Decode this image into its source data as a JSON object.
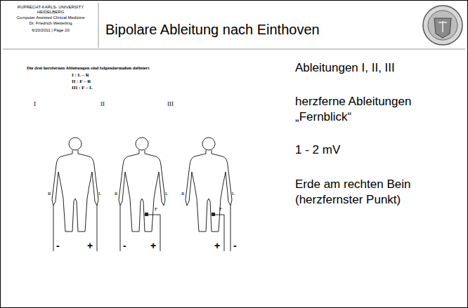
{
  "diagram": {
    "title": "Bipolare Ableitung nach Einthoven",
    "labels": [
      "RUPRECHT-KARLS- UNIVERSITY HEIDELBERG",
      "Computer Assisted Clinical Medicine",
      "Dr. Friedrich Wetterling",
      "6/20/2011 | Page 20",
      "Die drei herzfernen Ableitungen sind folgendermaßen definiert",
      "I : L – R",
      "II : F – R",
      "III : F – L",
      "I",
      "II",
      "III",
      "R",
      "L",
      "R",
      "L",
      "F",
      "R",
      "L",
      "F",
      "-",
      "+",
      "-",
      "+",
      "+",
      "-",
      "Ableitungen I, II, III",
      "herzferne Ableitungen „Fernblick“",
      "1 - 2 mV",
      "Erde am rechten Bein (herzfernster Punkt)"
    ]
  }
}
